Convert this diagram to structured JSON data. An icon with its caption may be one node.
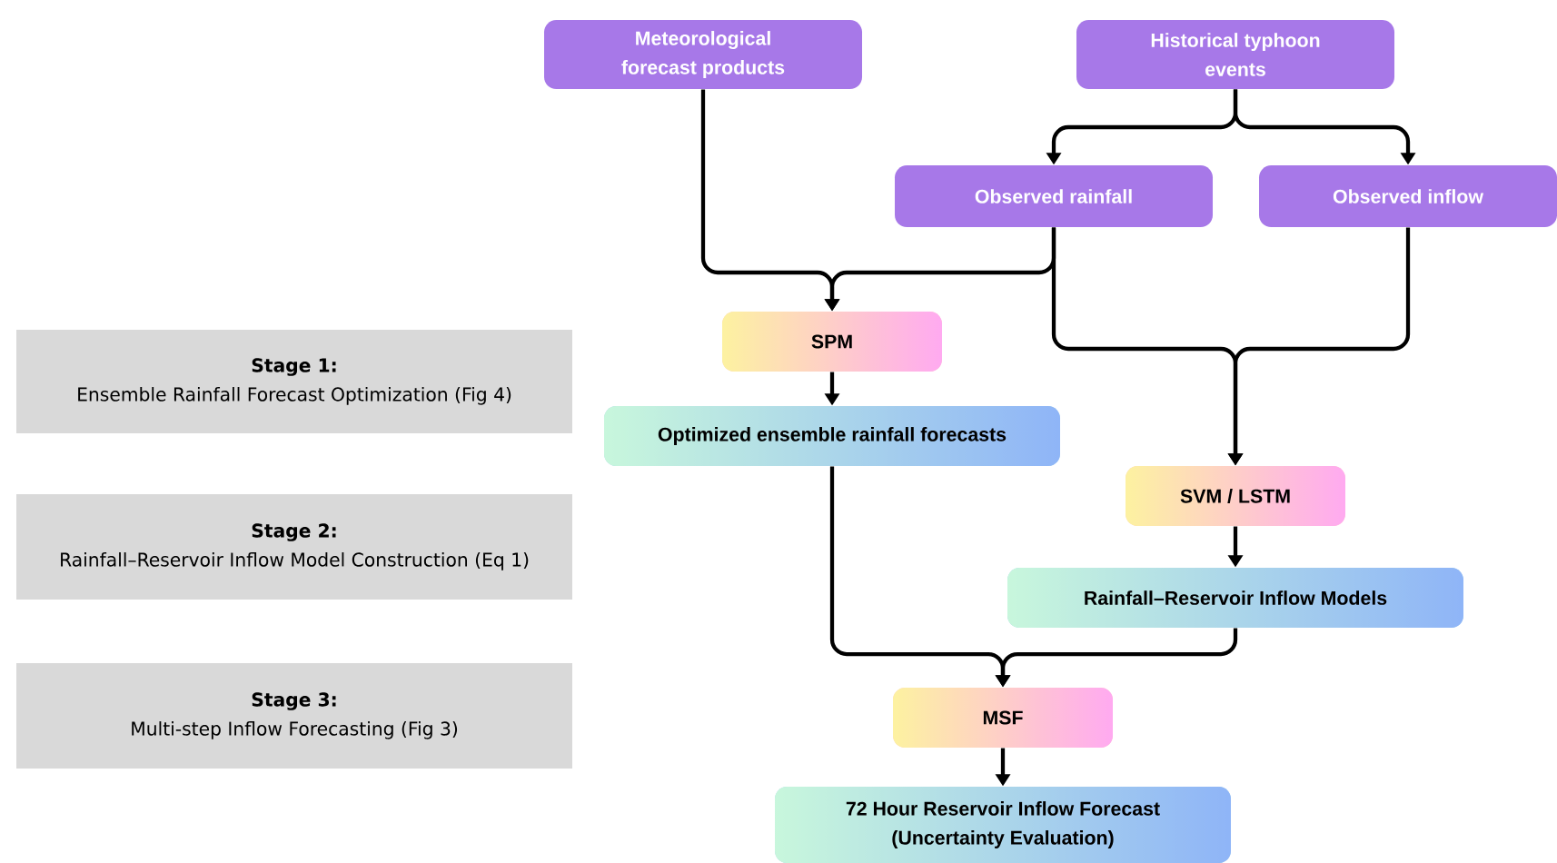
{
  "diagram": {
    "nodes": [
      {
        "text": [
          "Meteorological forecast products"
        ]
      },
      {
        "text": [
          "Historical typhoon events"
        ]
      },
      {
        "text": [
          "Observed rainfall"
        ]
      },
      {
        "text": [
          "Observed inflow"
        ]
      },
      {
        "text": [
          "SPM"
        ]
      },
      {
        "text": [
          "Optimized ensemble rainfall forecasts"
        ]
      },
      {
        "text": [
          "SVM / LSTM"
        ]
      },
      {
        "text": [
          "Rainfall–Reservoir Inflow Models"
        ]
      },
      {
        "text": [
          "MSF"
        ]
      },
      {
        "text": [
          "72 Hour Reservoir Inflow Forecast (Uncertainty Evaluation)"
        ]
      },
      {
        "text": [
          "Stage 1:",
          "Ensemble Rainfall Forecast Optimization (Fig 4)"
        ]
      },
      {
        "text": [
          "Stage 2:",
          "Rainfall–Reservoir Inflow Model Construction (Eq 1)"
        ]
      },
      {
        "text": [
          "Stage 3:",
          "Multi-step Inflow Forecasting (Fig 3)"
        ]
      }
    ],
    "edges": [
      {
        "from": 1,
        "to": 2,
        "arrow": "to"
      },
      {
        "from": 1,
        "to": 3,
        "arrow": "to"
      },
      {
        "from": 0,
        "to": 4,
        "arrow": "to"
      },
      {
        "from": 2,
        "to": 4,
        "arrow": "to"
      },
      {
        "from": 2,
        "to": 6,
        "arrow": "to"
      },
      {
        "from": 3,
        "to": 6,
        "arrow": "to"
      },
      {
        "from": 4,
        "to": 5,
        "arrow": "to"
      },
      {
        "from": 6,
        "to": 7,
        "arrow": "to"
      },
      {
        "from": 5,
        "to": 8,
        "arrow": "to"
      },
      {
        "from": 7,
        "to": 8,
        "arrow": "to"
      },
      {
        "from": 8,
        "to": 9,
        "arrow": "to"
      }
    ]
  }
}
